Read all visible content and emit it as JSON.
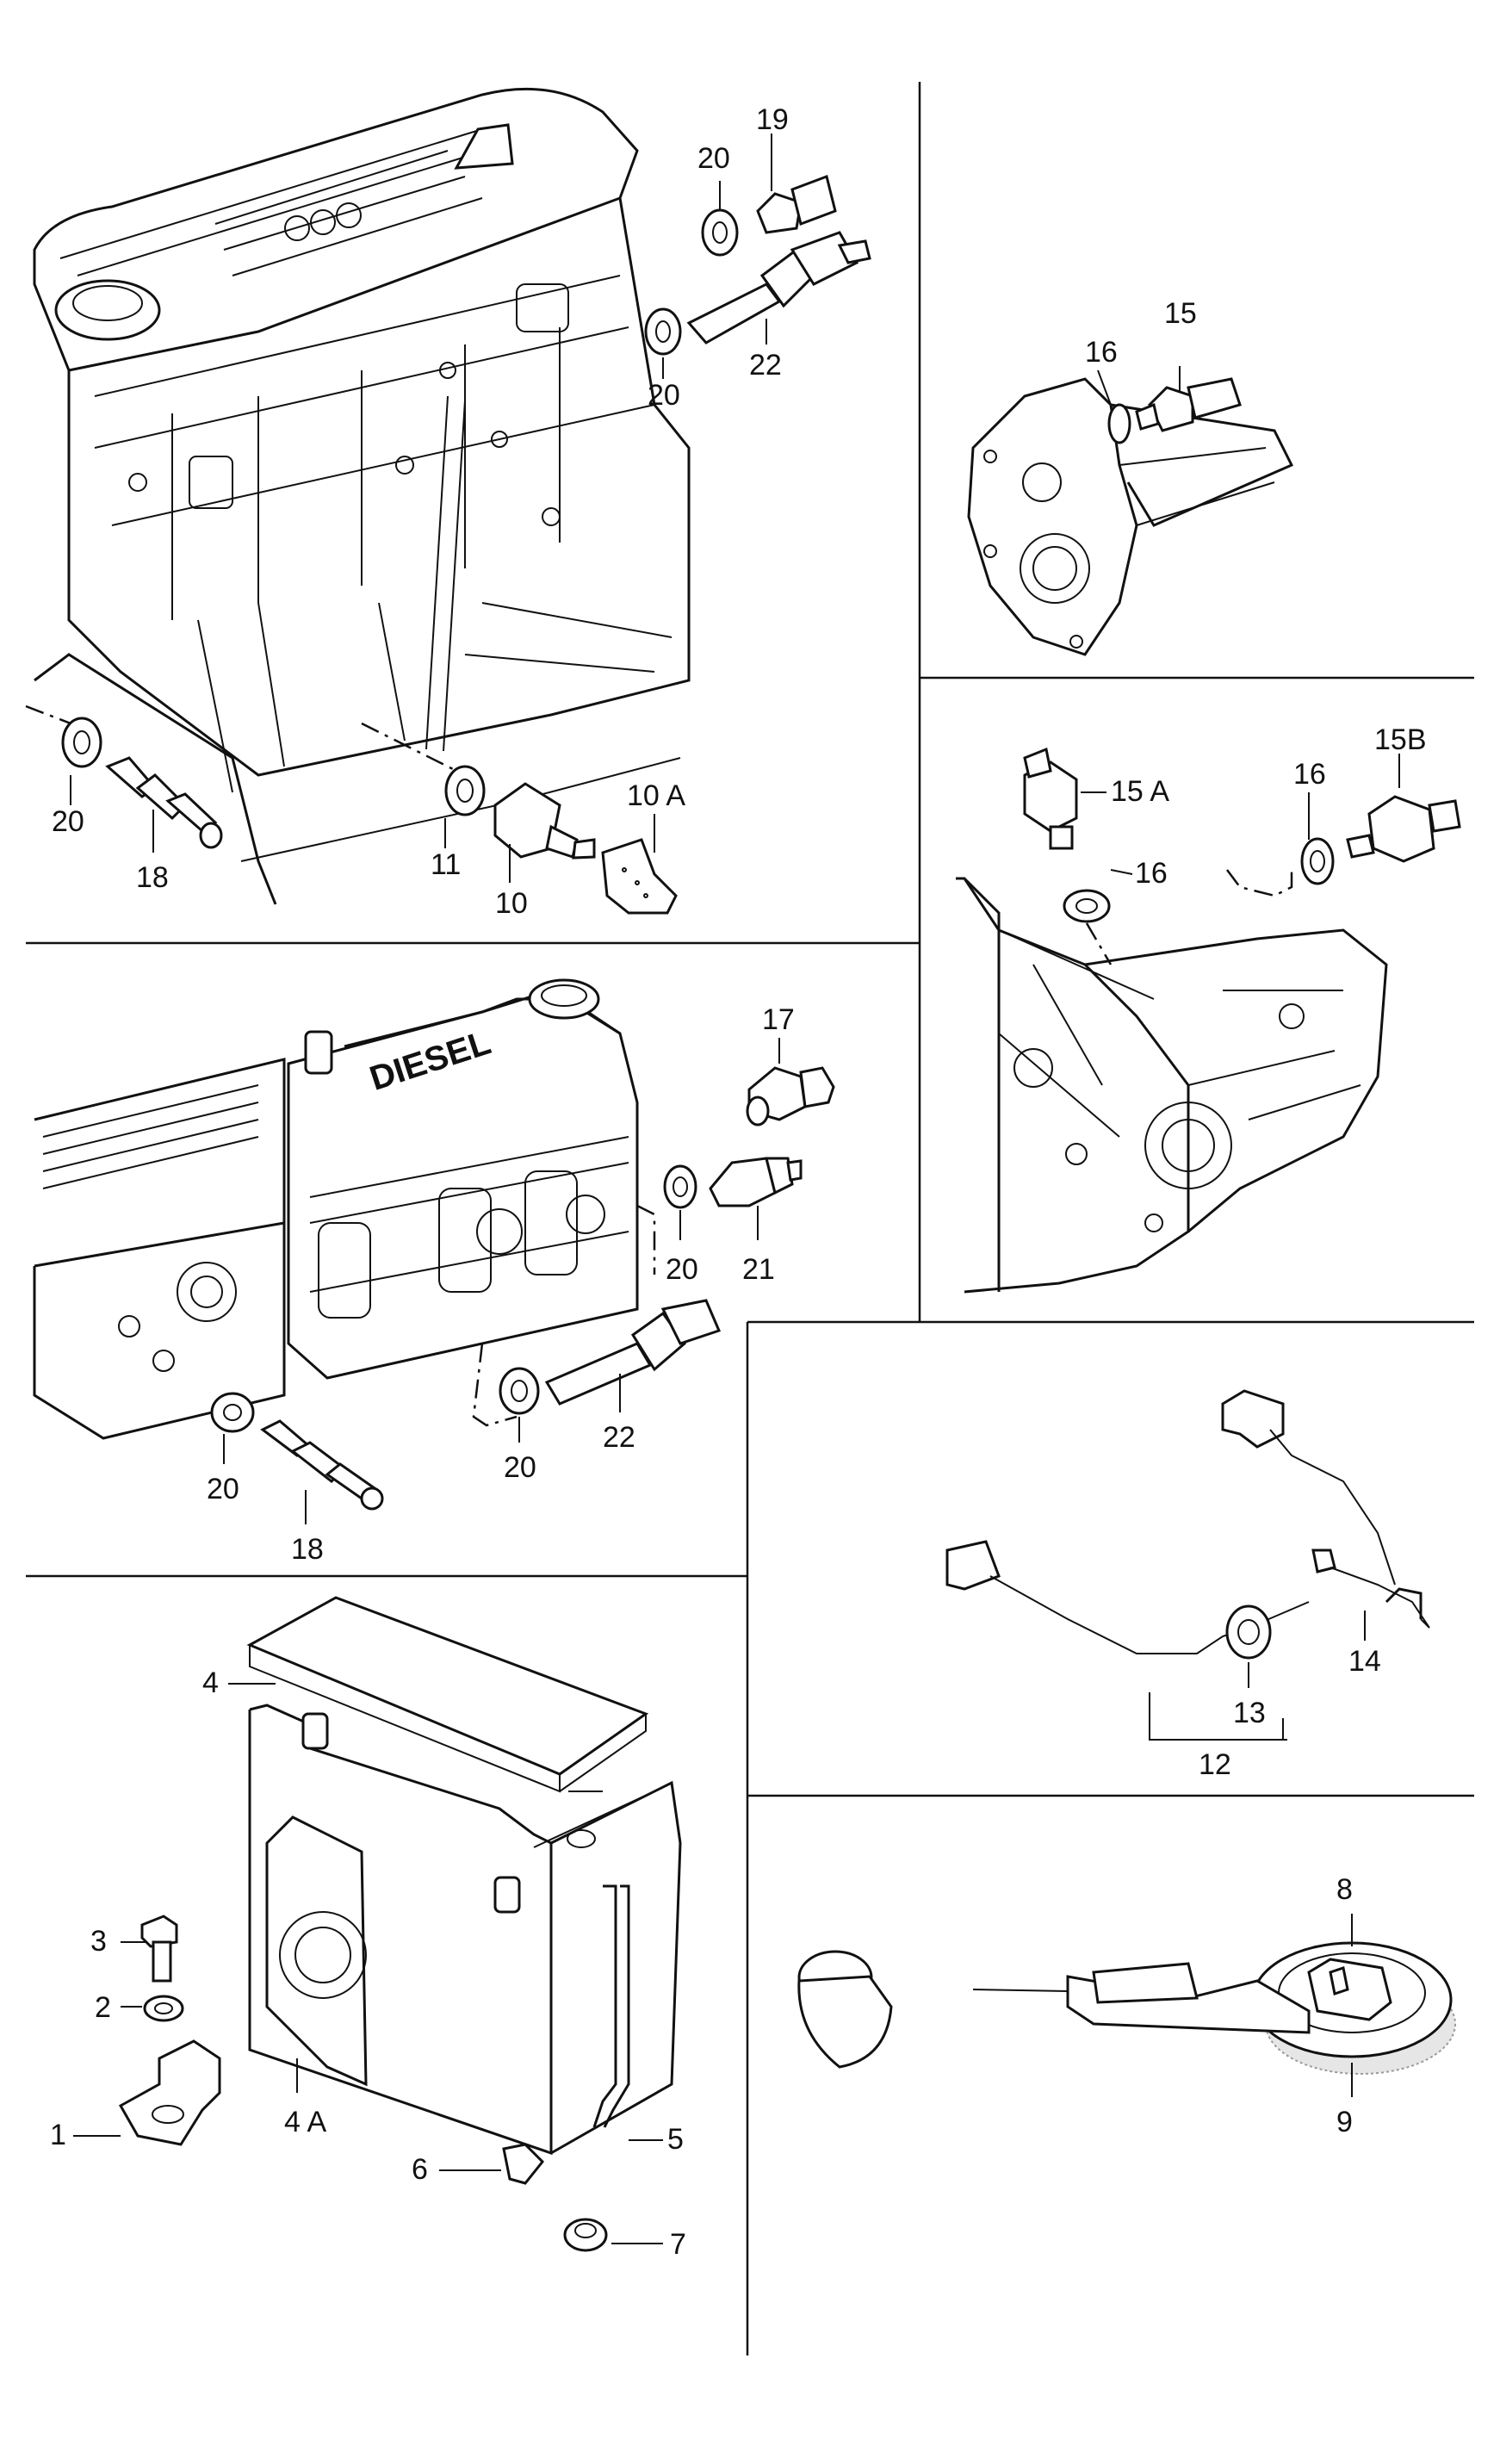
{
  "diagram": {
    "labels": {
      "p1": "1",
      "p2": "2",
      "p3": "3",
      "p4": "4",
      "p4a": "4 A",
      "p5": "5",
      "p6": "6",
      "p7": "7",
      "p8": "8",
      "p9": "9",
      "p10": "10",
      "p10a": "10 A",
      "p11": "11",
      "p12": "12",
      "p13": "13",
      "p14": "14",
      "p15": "15",
      "p15a": "15 A",
      "p15b": "15B",
      "p16a": "16",
      "p16b": "16",
      "p16c": "16",
      "p17": "17",
      "p18a": "18",
      "p18b": "18",
      "p19": "19",
      "p20a": "20",
      "p20b": "20",
      "p20c": "20",
      "p20d": "20",
      "p20e": "20",
      "p20f": "20",
      "p21": "21",
      "p22a": "22",
      "p22b": "22"
    },
    "engine_marking": "DIESEL",
    "colors": {
      "ink": "#111111",
      "paper": "#ffffff",
      "stipple": "#9a9a9a"
    }
  }
}
